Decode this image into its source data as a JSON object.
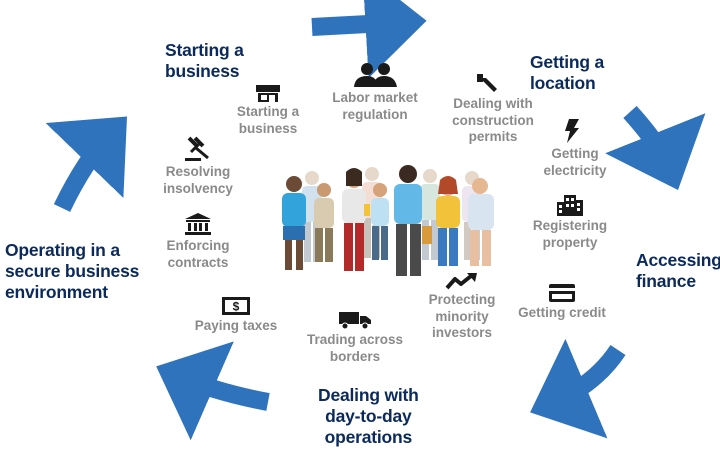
{
  "colors": {
    "arrow": "#2f73bd",
    "arrow_dark": "#1f5da5",
    "phase_text": "#0b2a5b",
    "indicator_text": "#8a8a8a",
    "icon": "#1a1a1a"
  },
  "phases": {
    "starting": [
      "Starting a",
      "business"
    ],
    "location": [
      "Getting a",
      "location"
    ],
    "finance": [
      "Accessing",
      "finance"
    ],
    "operations": [
      "Dealing with",
      "day-to-day",
      "operations"
    ],
    "secure": [
      "Operating in a",
      "secure business",
      "environment"
    ]
  },
  "indicators": {
    "starting_business": {
      "icon": "storefront-icon",
      "lines": [
        "Starting a",
        "business"
      ]
    },
    "labor": {
      "icon": "people-icon",
      "lines": [
        "Labor market",
        "regulation"
      ]
    },
    "construction": {
      "icon": "wrench-icon",
      "lines": [
        "Dealing with",
        "construction",
        "permits"
      ]
    },
    "electricity": {
      "icon": "lightning-icon",
      "lines": [
        "Getting",
        "electricity"
      ]
    },
    "property": {
      "icon": "buildings-icon",
      "lines": [
        "Registering",
        "property"
      ]
    },
    "credit": {
      "icon": "credit-card-icon",
      "lines": [
        "Getting credit"
      ]
    },
    "minority": {
      "icon": "trend-up-icon",
      "lines": [
        "Protecting",
        "minority",
        "investors"
      ]
    },
    "trading": {
      "icon": "truck-icon",
      "lines": [
        "Trading across",
        "borders"
      ]
    },
    "taxes": {
      "icon": "dollar-bill-icon",
      "lines": [
        "Paying taxes"
      ]
    },
    "contracts": {
      "icon": "courthouse-icon",
      "lines": [
        "Enforcing",
        "contracts"
      ]
    },
    "insolvency": {
      "icon": "gavel-icon",
      "lines": [
        "Resolving",
        "insolvency"
      ]
    }
  }
}
